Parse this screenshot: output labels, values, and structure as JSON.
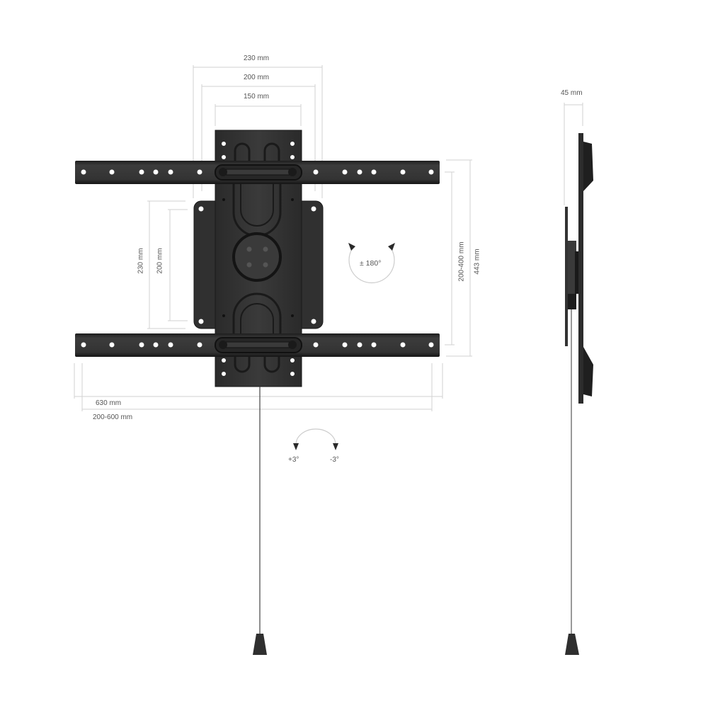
{
  "diagram": {
    "title": "TV wall mount technical drawing",
    "colors": {
      "metal": "#2b2b2b",
      "metal_highlight": "#3d3d3d",
      "dimension_line": "#cfcfcf",
      "label": "#555555",
      "hole": "#ffffff"
    },
    "front_view": {
      "top_dimensions": [
        {
          "label": "230 mm"
        },
        {
          "label": "200 mm"
        },
        {
          "label": "150 mm"
        }
      ],
      "left_dimensions": [
        {
          "label": "230  mm"
        },
        {
          "label": "200  mm"
        }
      ],
      "right_dimensions": [
        {
          "label": "200-400  mm"
        },
        {
          "label": "443  mm"
        }
      ],
      "bottom_dimensions": [
        {
          "label": "630  mm"
        },
        {
          "label": "200-600 mm"
        }
      ],
      "rotation": {
        "label": "± 180°",
        "icon": "rotate-arrows-icon"
      },
      "tilt": {
        "plus_label": "+3°",
        "minus_label": "-3°",
        "icon": "tilt-arrows-icon"
      }
    },
    "side_view": {
      "depth_dimension": {
        "label": "45 mm"
      }
    }
  }
}
